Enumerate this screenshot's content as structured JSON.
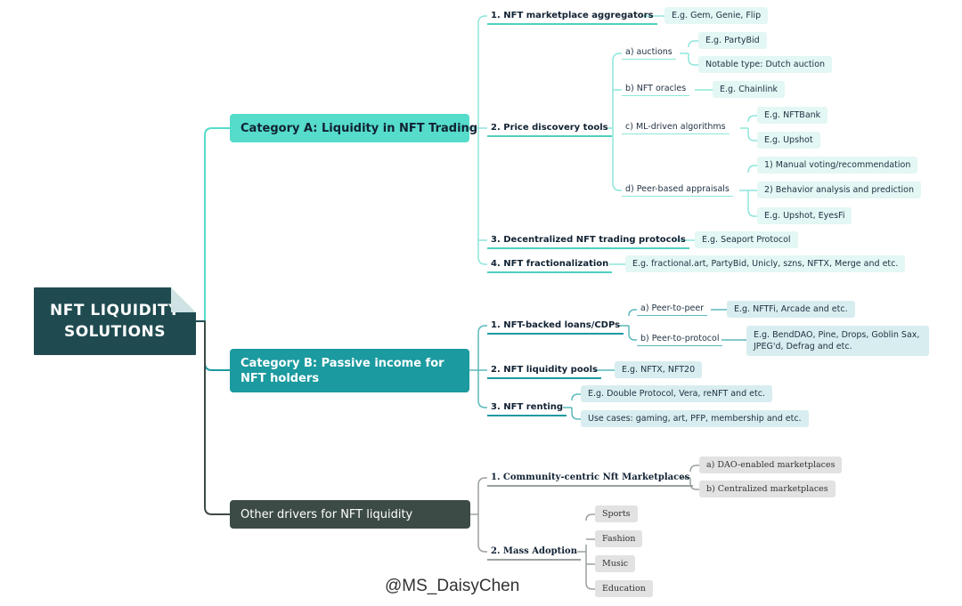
{
  "root": {
    "line1": "NFT LIQUIDITY",
    "line2": "SOLUTIONS"
  },
  "category_a": {
    "label": "Category A: Liquidity in NFT Trading",
    "marketplace_aggregators": {
      "label": "1. NFT marketplace aggregators",
      "example": "E.g. Gem, Genie, Flip"
    },
    "price_discovery": {
      "label": "2. Price discovery tools",
      "auctions": {
        "label": "a) auctions",
        "example": "E.g. PartyBid",
        "note": "Notable type: Dutch auction"
      },
      "oracles": {
        "label": "b) NFT oracles",
        "example": "E.g. Chainlink"
      },
      "ml": {
        "label": "c) ML-driven algorithms",
        "example1": "E.g. NFTBank",
        "example2": "E.g. Upshot"
      },
      "peer": {
        "label": "d) Peer-based appraisals",
        "item1": "1) Manual voting/recommendation",
        "item2": "2) Behavior analysis and prediction",
        "example": "E.g. Upshot, EyesFi"
      }
    },
    "dex_protocols": {
      "label": "3. Decentralized NFT trading protocols",
      "example": "E.g. Seaport Protocol"
    },
    "fractionalization": {
      "label": "4. NFT fractionalization",
      "example": "E.g. fractional.art, PartyBid, Unicly, szns, NFTX, Merge and etc."
    }
  },
  "category_b": {
    "label": "Category B: Passive income for NFT holders",
    "loans": {
      "label": "1. NFT-backed loans/CDPs",
      "p2p": {
        "label": "a) Peer-to-peer",
        "example": "E.g. NFTFi, Arcade and etc."
      },
      "p2protocol": {
        "label": "b) Peer-to-protocol",
        "example": "E.g. BendDAO, Pine, Drops, Goblin Sax, JPEG'd, Defrag and etc."
      }
    },
    "pools": {
      "label": "2. NFT liquidity pools",
      "example": "E.g. NFTX, NFT20"
    },
    "renting": {
      "label": "3. NFT renting",
      "example": "E.g. Double Protocol, Vera, reNFT and etc.",
      "use_cases": "Use cases: gaming, art, PFP, membership and etc."
    }
  },
  "other": {
    "label": "Other drivers for NFT liquidity",
    "community": {
      "label": "1. Community-centric Nft Marketplaces",
      "dao": "a) DAO-enabled marketplaces",
      "centralized": "b) Centralized marketplaces"
    },
    "mass": {
      "label": "2. Mass Adoption",
      "items": [
        "Sports",
        "Fashion",
        "Music",
        "Education"
      ]
    }
  },
  "watermark": "@MS_DaisyChen",
  "colors": {
    "root": "#1f4b50",
    "category_a": "#55dcca",
    "category_b": "#1b9a9f",
    "other": "#3d4b47",
    "leaf_a": "#e3f7f4",
    "leaf_b": "#d8edef",
    "leaf_other": "#e2e2e2"
  }
}
